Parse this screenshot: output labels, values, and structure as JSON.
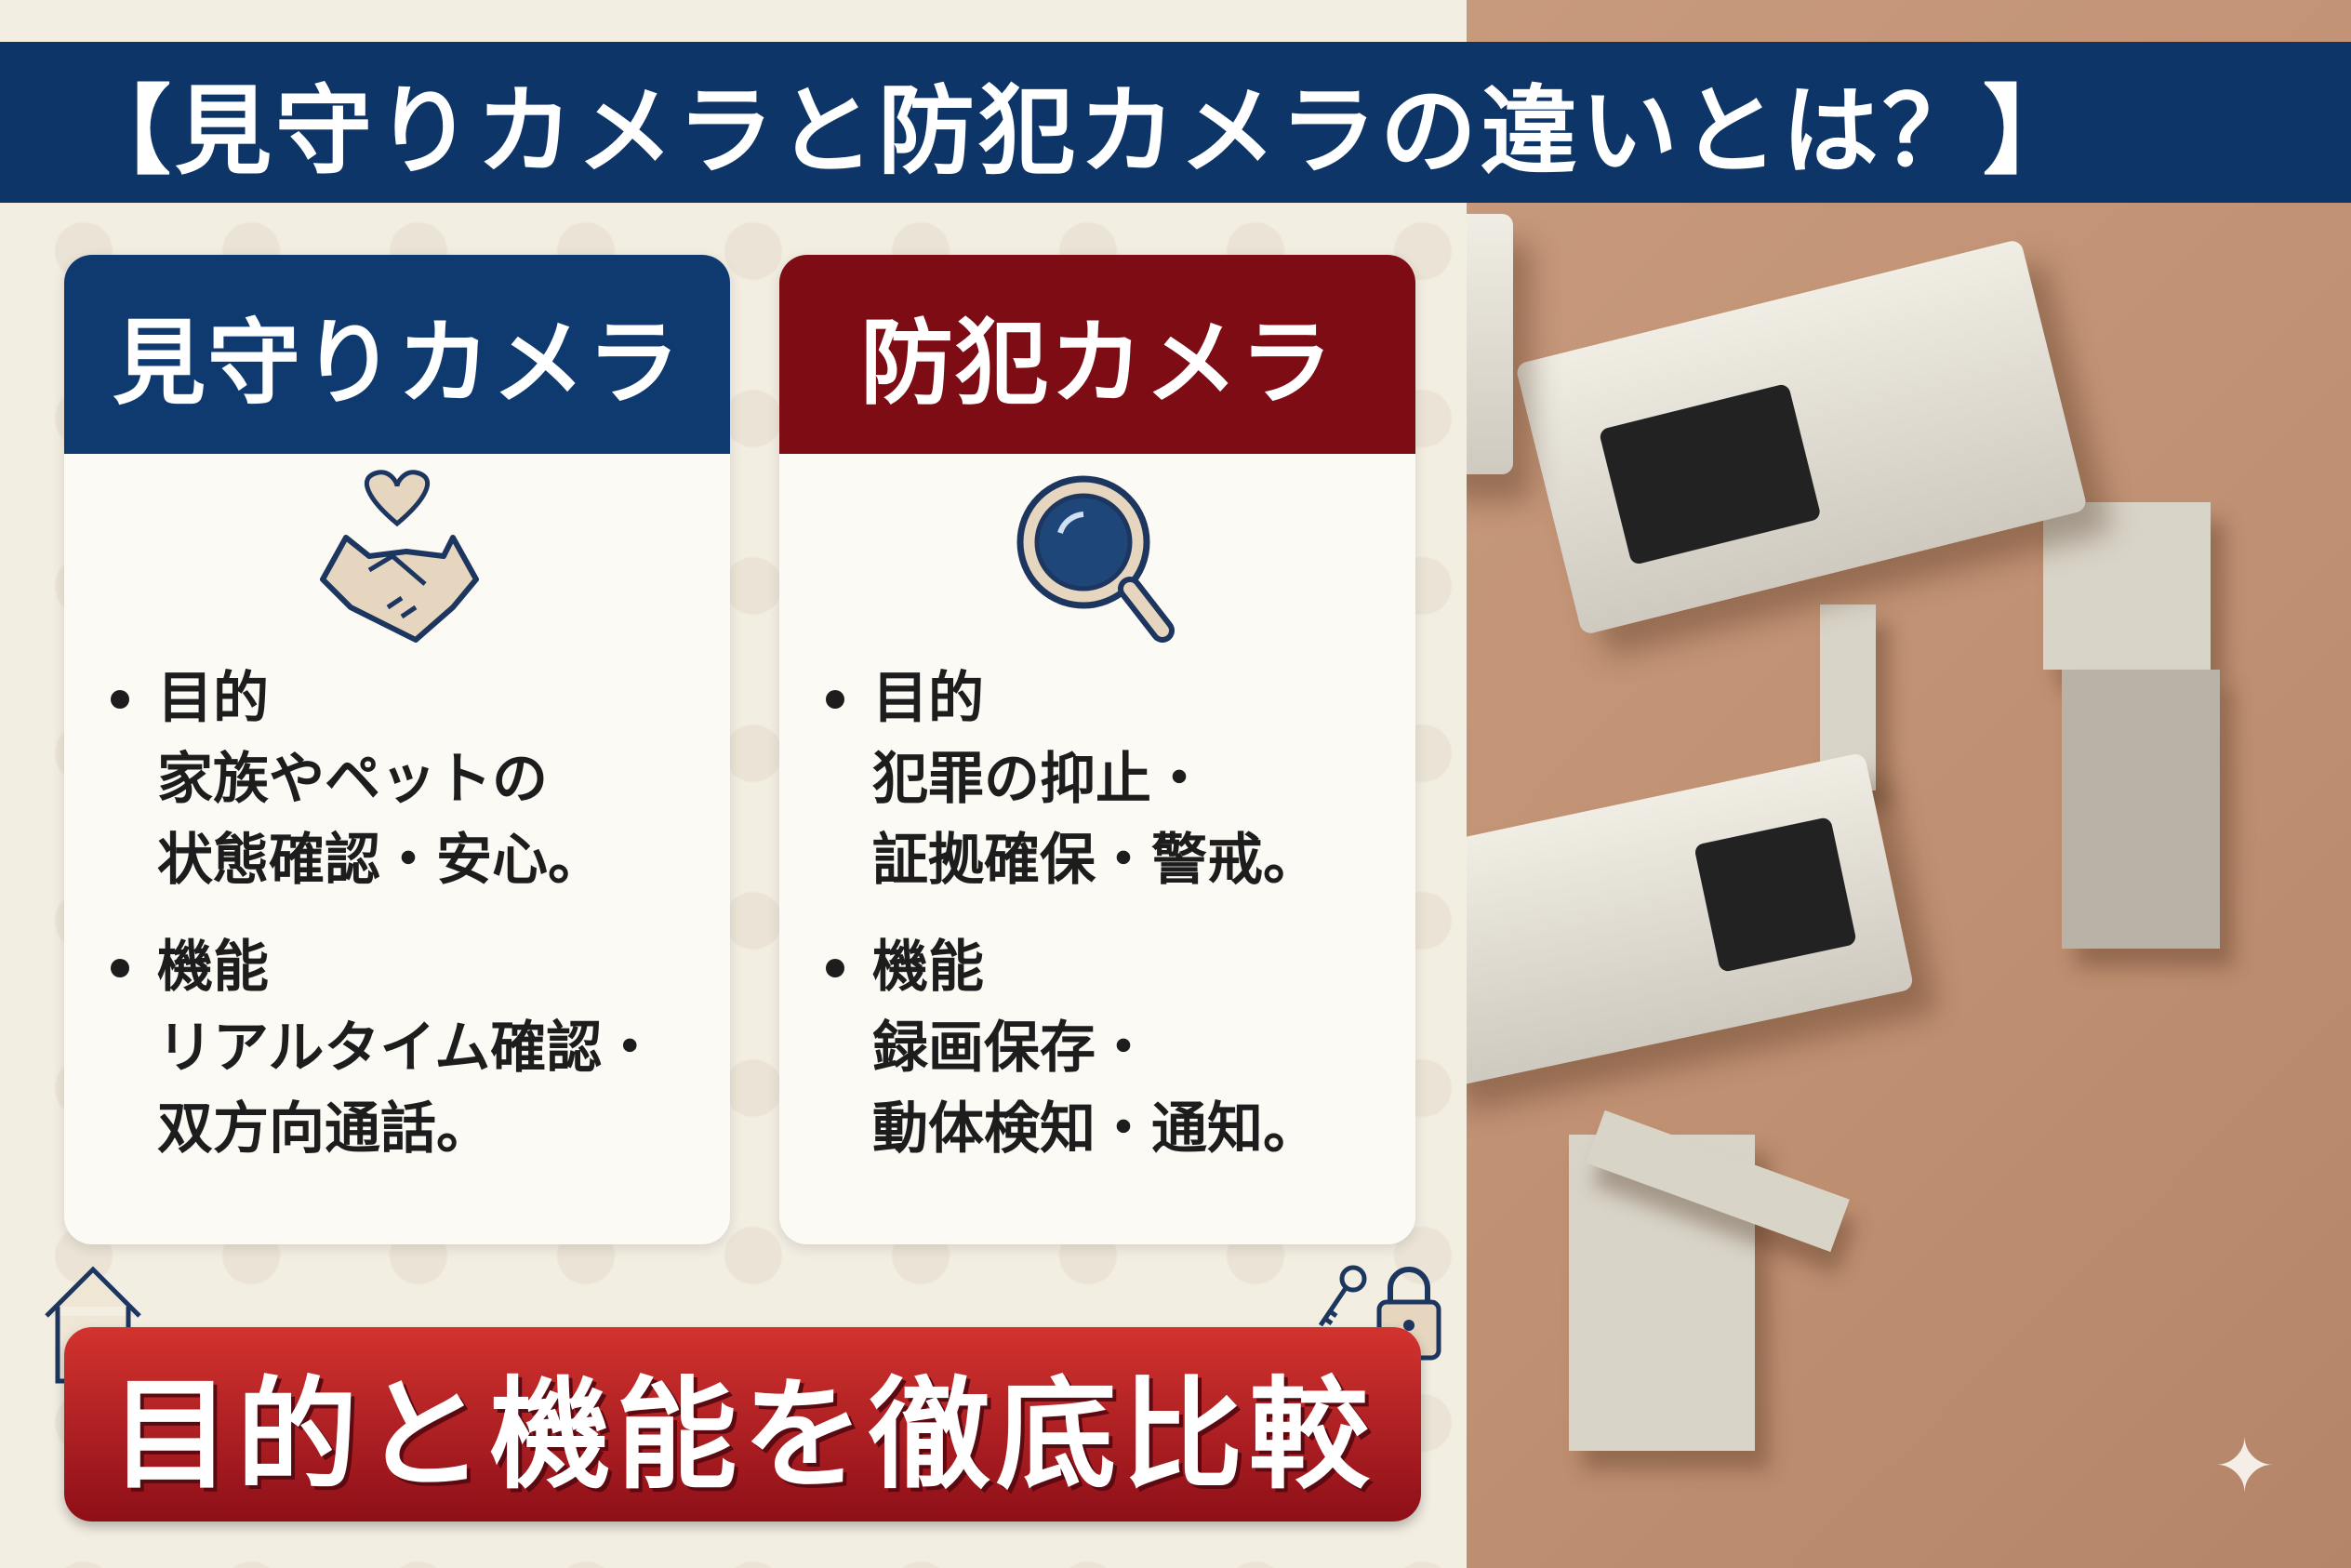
{
  "title": "【見守りカメラと防犯カメラの違いとは？】",
  "cards": [
    {
      "heading": "見守りカメラ",
      "icon": "heart-handshake-icon",
      "items": [
        {
          "label": "目的",
          "lines": [
            "家族やペットの",
            "状態確認・安心。"
          ]
        },
        {
          "label": "機能",
          "lines": [
            "リアルタイム確認・",
            "双方向通話。"
          ]
        }
      ]
    },
    {
      "heading": "防犯カメラ",
      "icon": "magnifier-icon",
      "items": [
        {
          "label": "目的",
          "lines": [
            "犯罪の抑止・",
            "証拠確保・警戒。"
          ]
        },
        {
          "label": "機能",
          "lines": [
            "録画保存・",
            "動体検知・通知。"
          ]
        }
      ]
    }
  ],
  "banner": "目的と機能を徹底比較",
  "colors": {
    "navy": "#0e3567",
    "crimson": "#7d0c14",
    "banner_red": "#c22a2a",
    "cream": "#f3eee2",
    "wall": "#c89a7d"
  }
}
